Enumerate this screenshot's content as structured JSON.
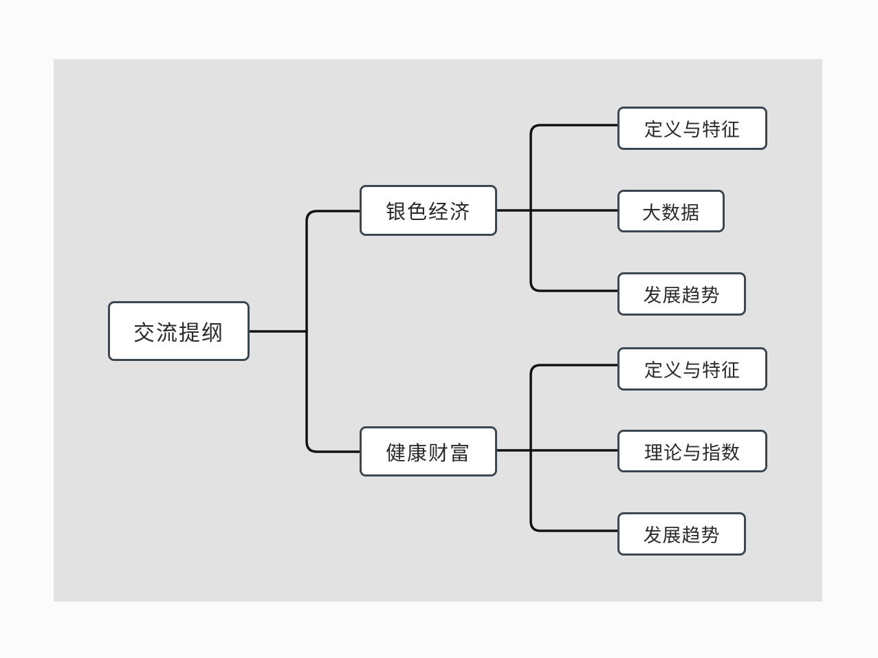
{
  "diagram": {
    "root": {
      "label": "交流提纲"
    },
    "branches": [
      {
        "label": "银色经济",
        "children": [
          {
            "label": "定义与特征"
          },
          {
            "label": "大数据"
          },
          {
            "label": "发展趋势"
          }
        ]
      },
      {
        "label": "健康财富",
        "children": [
          {
            "label": "定义与特征"
          },
          {
            "label": "理论与指数"
          },
          {
            "label": "发展趋势"
          }
        ]
      }
    ]
  },
  "colors": {
    "background": "#e2e2e2",
    "node_border": "#3c4650",
    "connector": "#111111",
    "node_fill": "#ffffff"
  }
}
